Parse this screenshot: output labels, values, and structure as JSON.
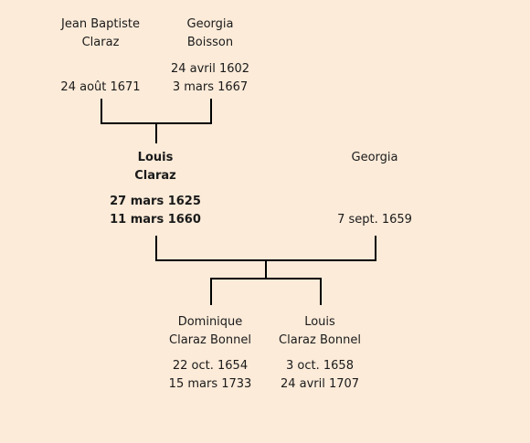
{
  "persons": {
    "grandfather": {
      "name_line1": "Jean Baptiste",
      "name_line2": "Claraz",
      "birth": "",
      "death": "24 août 1671"
    },
    "grandmother": {
      "name_line1": "Georgia",
      "name_line2": "Boisson",
      "birth": "24 avril 1602",
      "death": "3 mars 1667"
    },
    "subject": {
      "name_line1": "Louis",
      "name_line2": "Claraz",
      "birth": "27 mars 1625",
      "death": "11 mars 1660"
    },
    "spouse": {
      "name_line1": "Georgia",
      "name_line2": "",
      "birth": "",
      "death": "7 sept. 1659"
    },
    "child1": {
      "name_line1": "Dominique",
      "name_line2": "Claraz Bonnel",
      "birth": "22 oct. 1654",
      "death": "15 mars 1733"
    },
    "child2": {
      "name_line1": "Louis",
      "name_line2": "Claraz Bonnel",
      "birth": "3 oct. 1658",
      "death": "24 avril 1707"
    }
  },
  "colors": {
    "background": "#fcebd9",
    "line": "#000000",
    "text": "#1a1a1a"
  }
}
